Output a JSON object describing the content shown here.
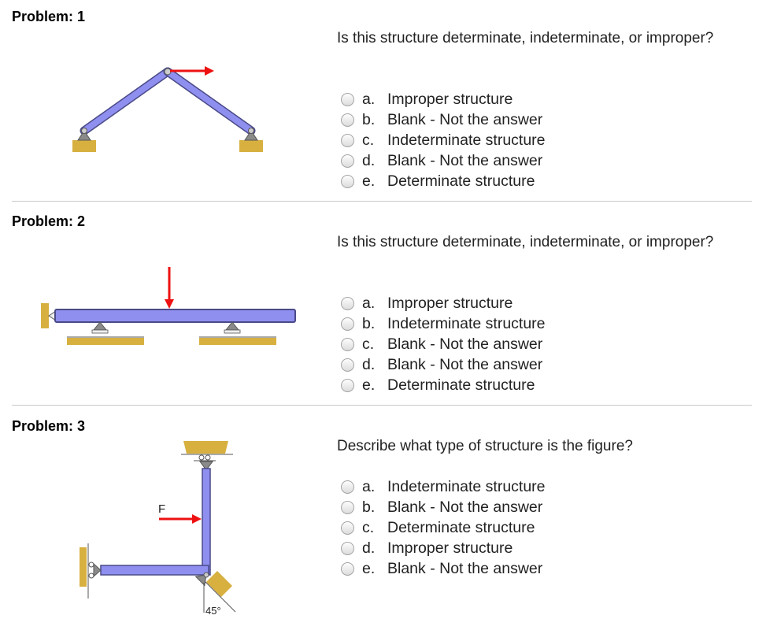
{
  "problems": [
    {
      "title": "Problem: 1",
      "question": "Is this structure determinate, indeterminate, or improper?",
      "options": [
        {
          "letter": "a.",
          "text": "Improper structure"
        },
        {
          "letter": "b.",
          "text": "Blank - Not the answer"
        },
        {
          "letter": "c.",
          "text": "Indeterminate structure"
        },
        {
          "letter": "d.",
          "text": "Blank - Not the answer"
        },
        {
          "letter": "e.",
          "text": "Determinate structure"
        }
      ]
    },
    {
      "title": "Problem: 2",
      "question": "Is this structure determinate, indeterminate, or improper?",
      "options": [
        {
          "letter": "a.",
          "text": "Improper structure"
        },
        {
          "letter": "b.",
          "text": "Indeterminate structure"
        },
        {
          "letter": "c.",
          "text": "Blank - Not the answer"
        },
        {
          "letter": "d.",
          "text": "Blank - Not the answer"
        },
        {
          "letter": "e.",
          "text": "Determinate structure"
        }
      ]
    },
    {
      "title": "Problem: 3",
      "question": "Describe what type of structure is the figure?",
      "figure_force_label": "F",
      "figure_angle_label": "45°",
      "options": [
        {
          "letter": "a.",
          "text": "Indeterminate structure"
        },
        {
          "letter": "b.",
          "text": "Blank - Not the answer"
        },
        {
          "letter": "c.",
          "text": "Determinate structure"
        },
        {
          "letter": "d.",
          "text": "Improper structure"
        },
        {
          "letter": "e.",
          "text": "Blank - Not the answer"
        }
      ]
    }
  ],
  "colors": {
    "member_fill": "#8f8ff0",
    "member_stroke": "#4a4a88",
    "ground": "#d7b040",
    "force_arrow": "#ee1111",
    "support": "#8a8a8a"
  }
}
